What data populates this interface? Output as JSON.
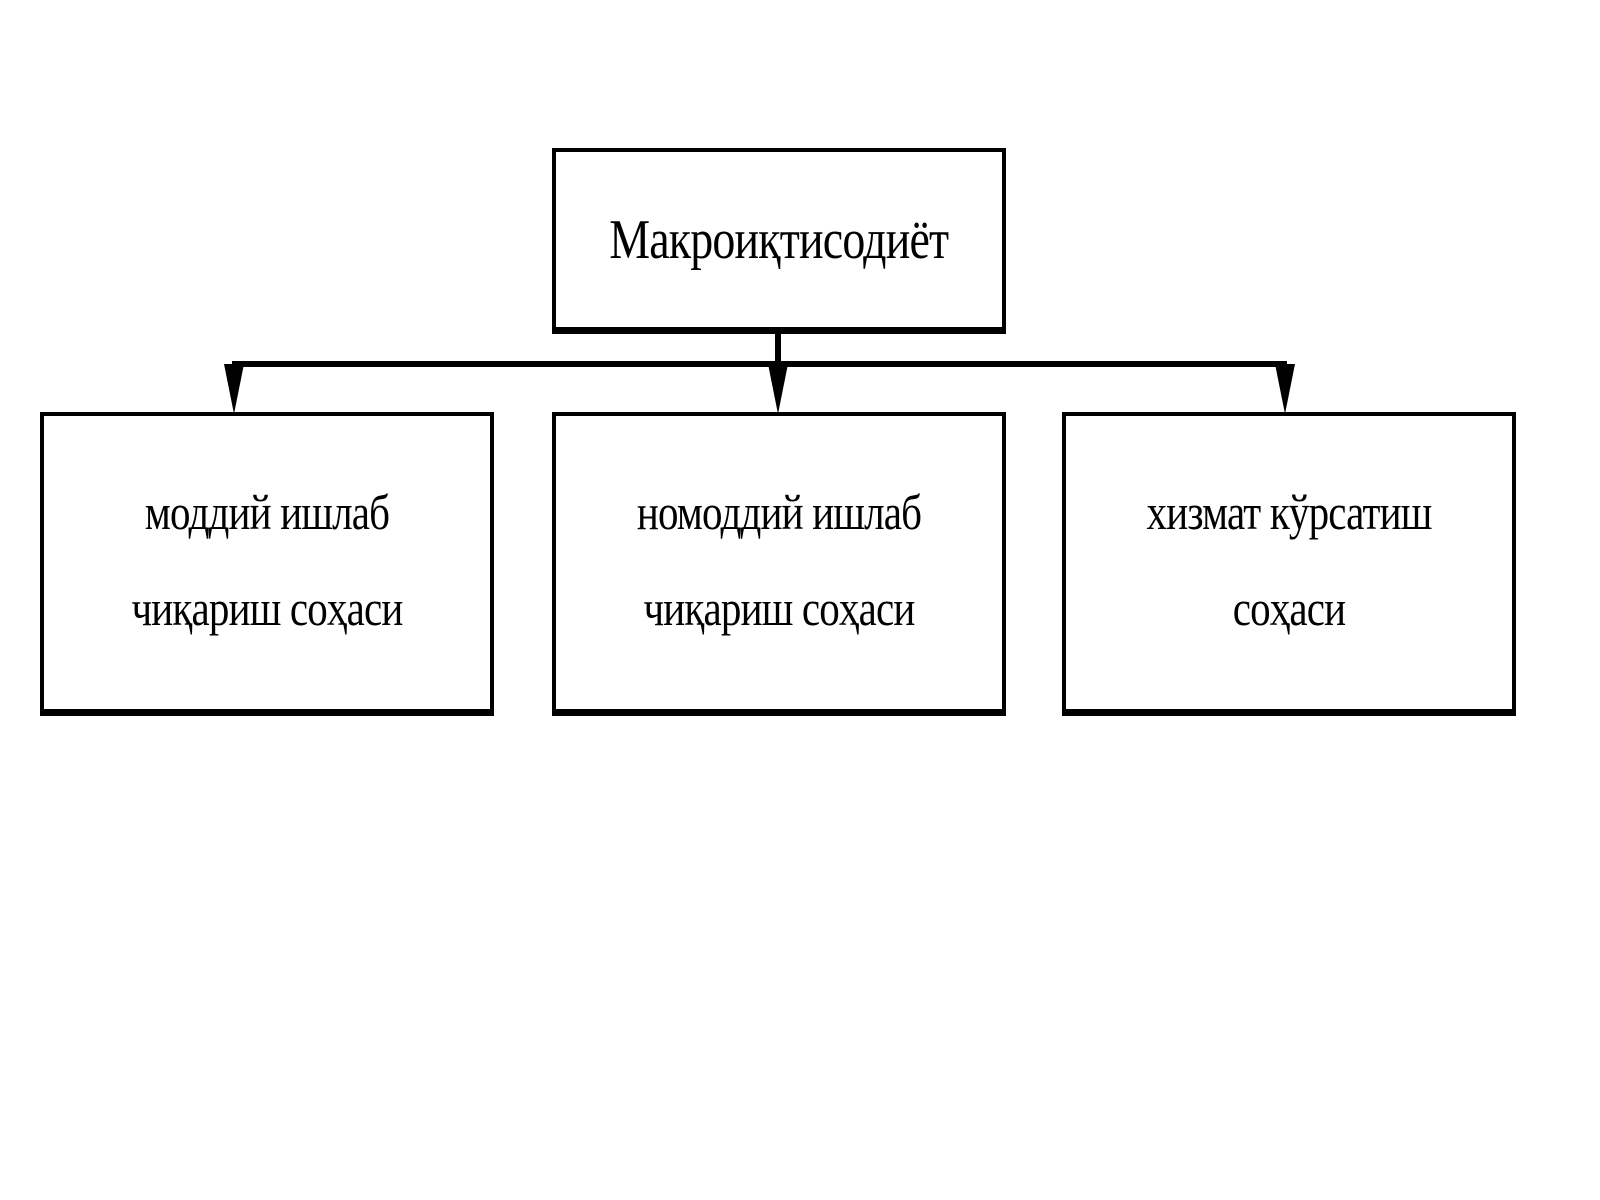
{
  "diagram": {
    "root": {
      "label": "Макроиқтисодиёт"
    },
    "children": [
      {
        "label": "моддий ишлаб чиқариш соҳаси"
      },
      {
        "label": "номоддий ишлаб чиқариш соҳаси"
      },
      {
        "label": "хизмат кўрсатиш соҳаси"
      }
    ]
  },
  "colors": {
    "stroke": "#000000",
    "background": "#ffffff"
  }
}
